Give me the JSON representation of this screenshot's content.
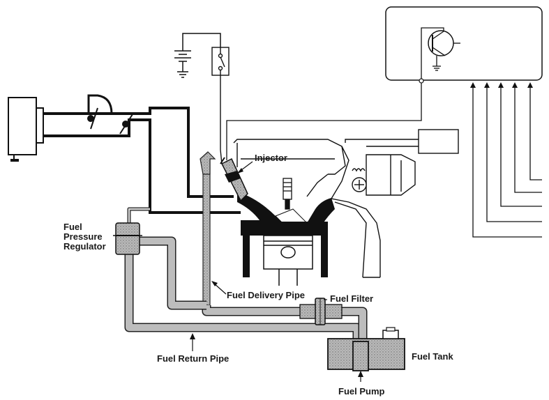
{
  "labels": {
    "injector": "Injector",
    "fuel_pressure_regulator": [
      "Fuel",
      "Pressure",
      "Regulator"
    ],
    "fuel_delivery_pipe": "Fuel Delivery Pipe",
    "fuel_filter": "Fuel Filter",
    "fuel_return_pipe": "Fuel Return Pipe",
    "fuel_tank": "Fuel Tank",
    "fuel_pump": "Fuel Pump"
  }
}
